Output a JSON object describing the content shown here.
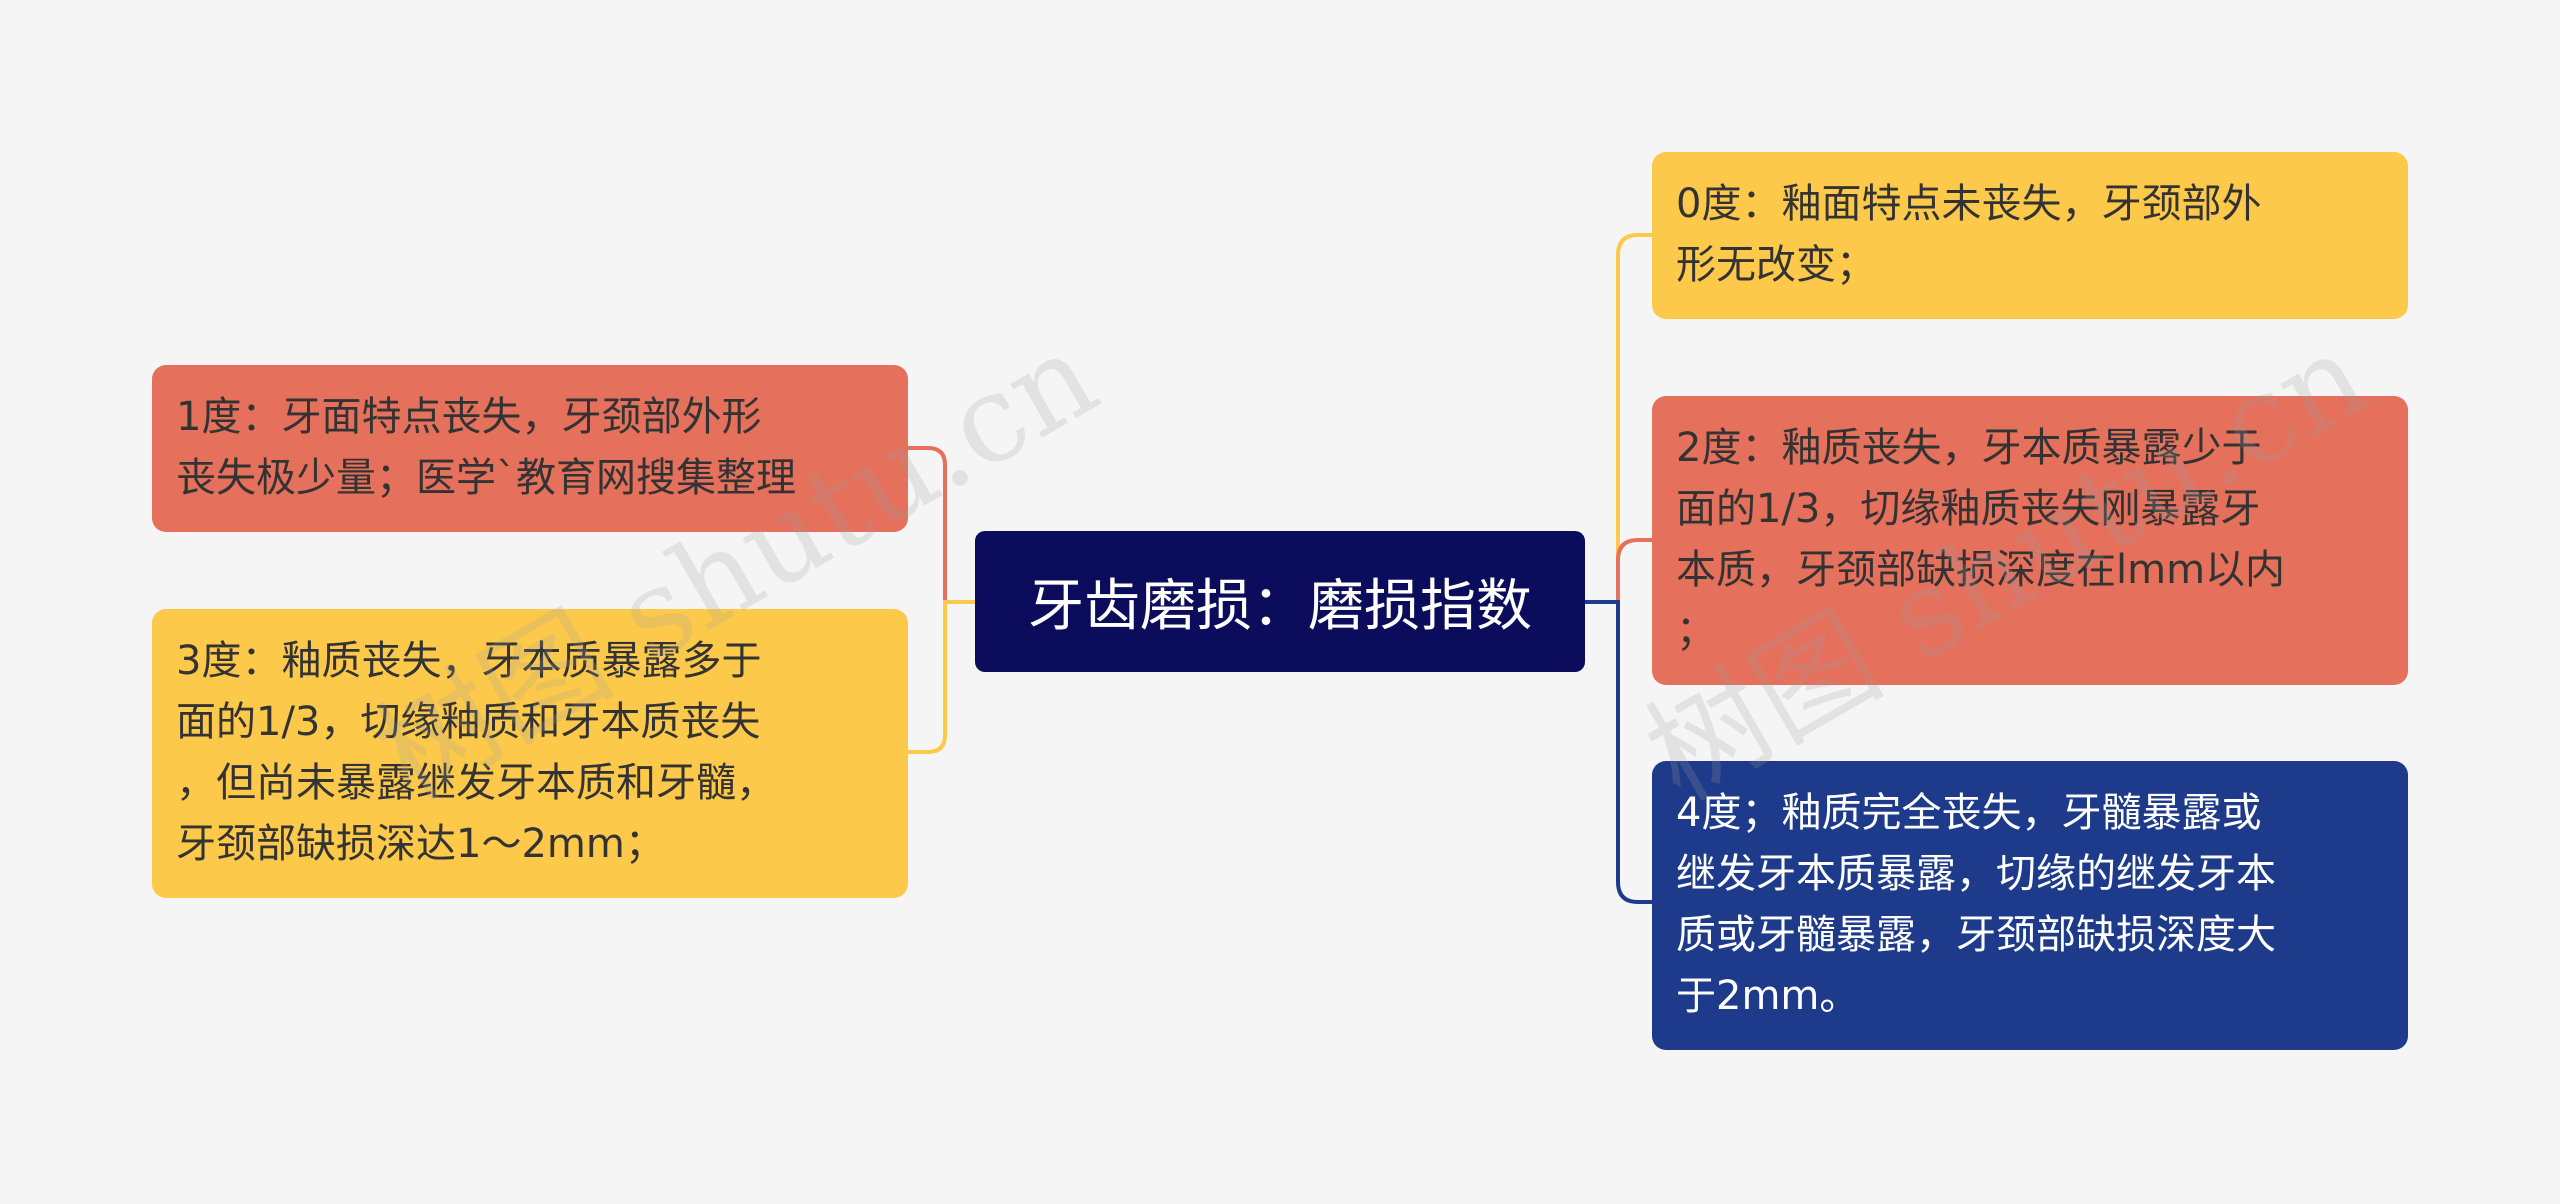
{
  "center": {
    "label": "牙齿磨损：磨损指数"
  },
  "nodes": {
    "degree1": {
      "lines": [
        "1度：牙面特点丧失，牙颈部外形",
        "丧失极少量；医学`教育网搜集整理"
      ]
    },
    "degree3": {
      "lines": [
        "3度：釉质丧失，牙本质暴露多于",
        "面的1/3，切缘釉质和牙本质丧失",
        "，但尚未暴露继发牙本质和牙髓，",
        "牙颈部缺损深达1～2mm；"
      ]
    },
    "degree0": {
      "lines": [
        "0度：釉面特点未丧失，牙颈部外",
        "形无改变；"
      ]
    },
    "degree2": {
      "lines": [
        "2度：釉质丧失，牙本质暴露少于",
        "面的1/3，切缘釉质丧失刚暴露牙",
        "本质，牙颈部缺损深度在lmm以内",
        "；"
      ]
    },
    "degree4": {
      "lines": [
        "4度；釉质完全丧失，牙髓暴露或",
        "继发牙本质暴露，切缘的继发牙本",
        "质或牙髓暴露，牙颈部缺损深度大",
        "于2mm。"
      ]
    }
  },
  "watermark": {
    "text": "树图 shutu.cn"
  },
  "colors": {
    "red": "#e5705c",
    "yellow": "#fdc94a",
    "blue": "#1e3a8a",
    "center": "#0b0d5c",
    "background": "#f5f5f5"
  }
}
